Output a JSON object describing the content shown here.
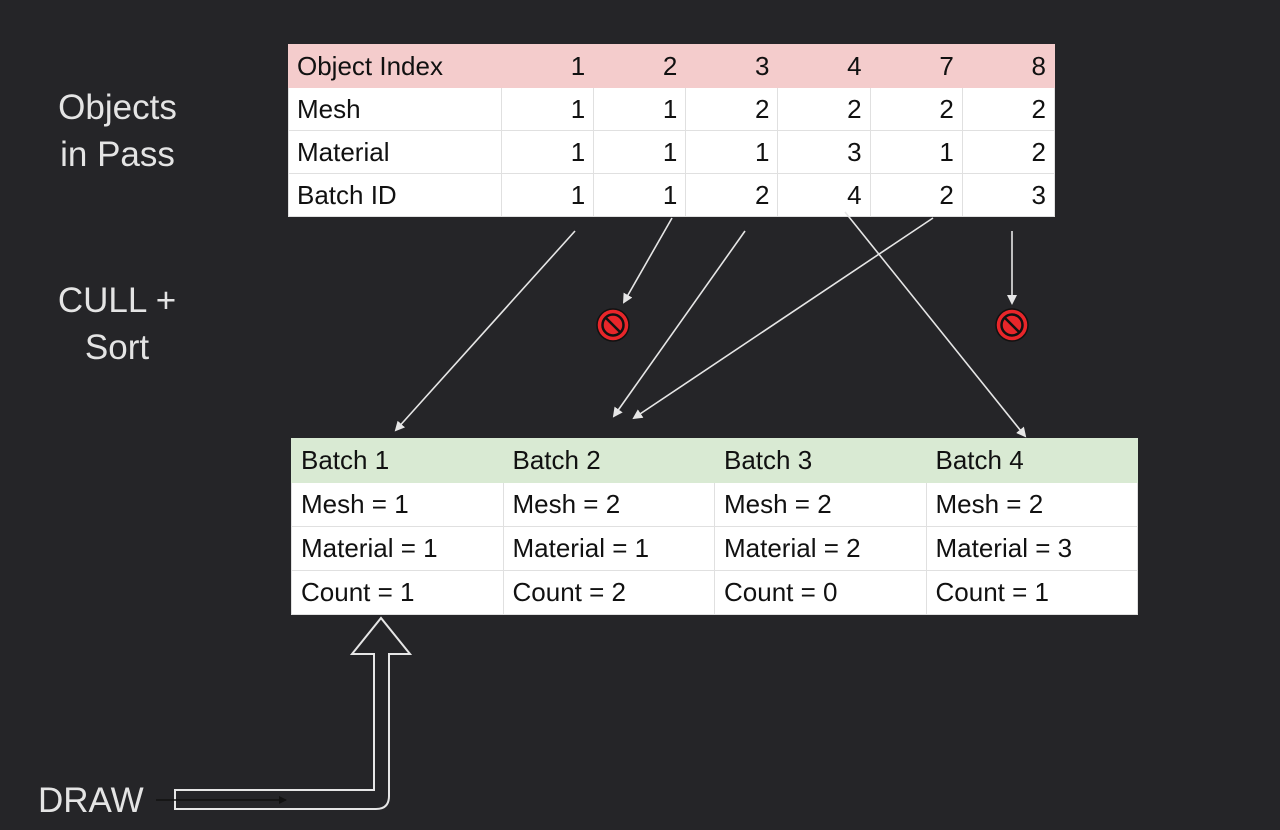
{
  "labels": {
    "objects_line1": "Objects",
    "objects_line2": "in Pass",
    "cull_line1": "CULL +",
    "cull_line2": "Sort",
    "draw": "DRAW"
  },
  "objects_table": {
    "rows": [
      {
        "label": "Object Index",
        "values": [
          "1",
          "2",
          "3",
          "4",
          "7",
          "8"
        ]
      },
      {
        "label": "Mesh",
        "values": [
          "1",
          "1",
          "2",
          "2",
          "2",
          "2"
        ]
      },
      {
        "label": "Material",
        "values": [
          "1",
          "1",
          "1",
          "3",
          "1",
          "2"
        ]
      },
      {
        "label": "Batch ID",
        "values": [
          "1",
          "1",
          "2",
          "4",
          "2",
          "3"
        ]
      }
    ]
  },
  "batches_table": {
    "columns": [
      {
        "name": "Batch 1",
        "mesh": "Mesh = 1",
        "material": "Material = 1",
        "count": "Count = 1"
      },
      {
        "name": "Batch 2",
        "mesh": "Mesh = 2",
        "material": "Material = 1",
        "count": "Count = 2"
      },
      {
        "name": "Batch 3",
        "mesh": "Mesh = 2",
        "material": "Material = 2",
        "count": "Count = 0"
      },
      {
        "name": "Batch 4",
        "mesh": "Mesh = 2",
        "material": "Material = 3",
        "count": "Count = 1"
      }
    ]
  },
  "colors": {
    "background": "#252528",
    "objects_header": "#f4cccc",
    "batches_header": "#d9ead3",
    "arrow": "#e6e6e6",
    "culled_icon": "#e8262a"
  },
  "icons": [
    "no-entry-icon",
    "no-entry-icon"
  ]
}
